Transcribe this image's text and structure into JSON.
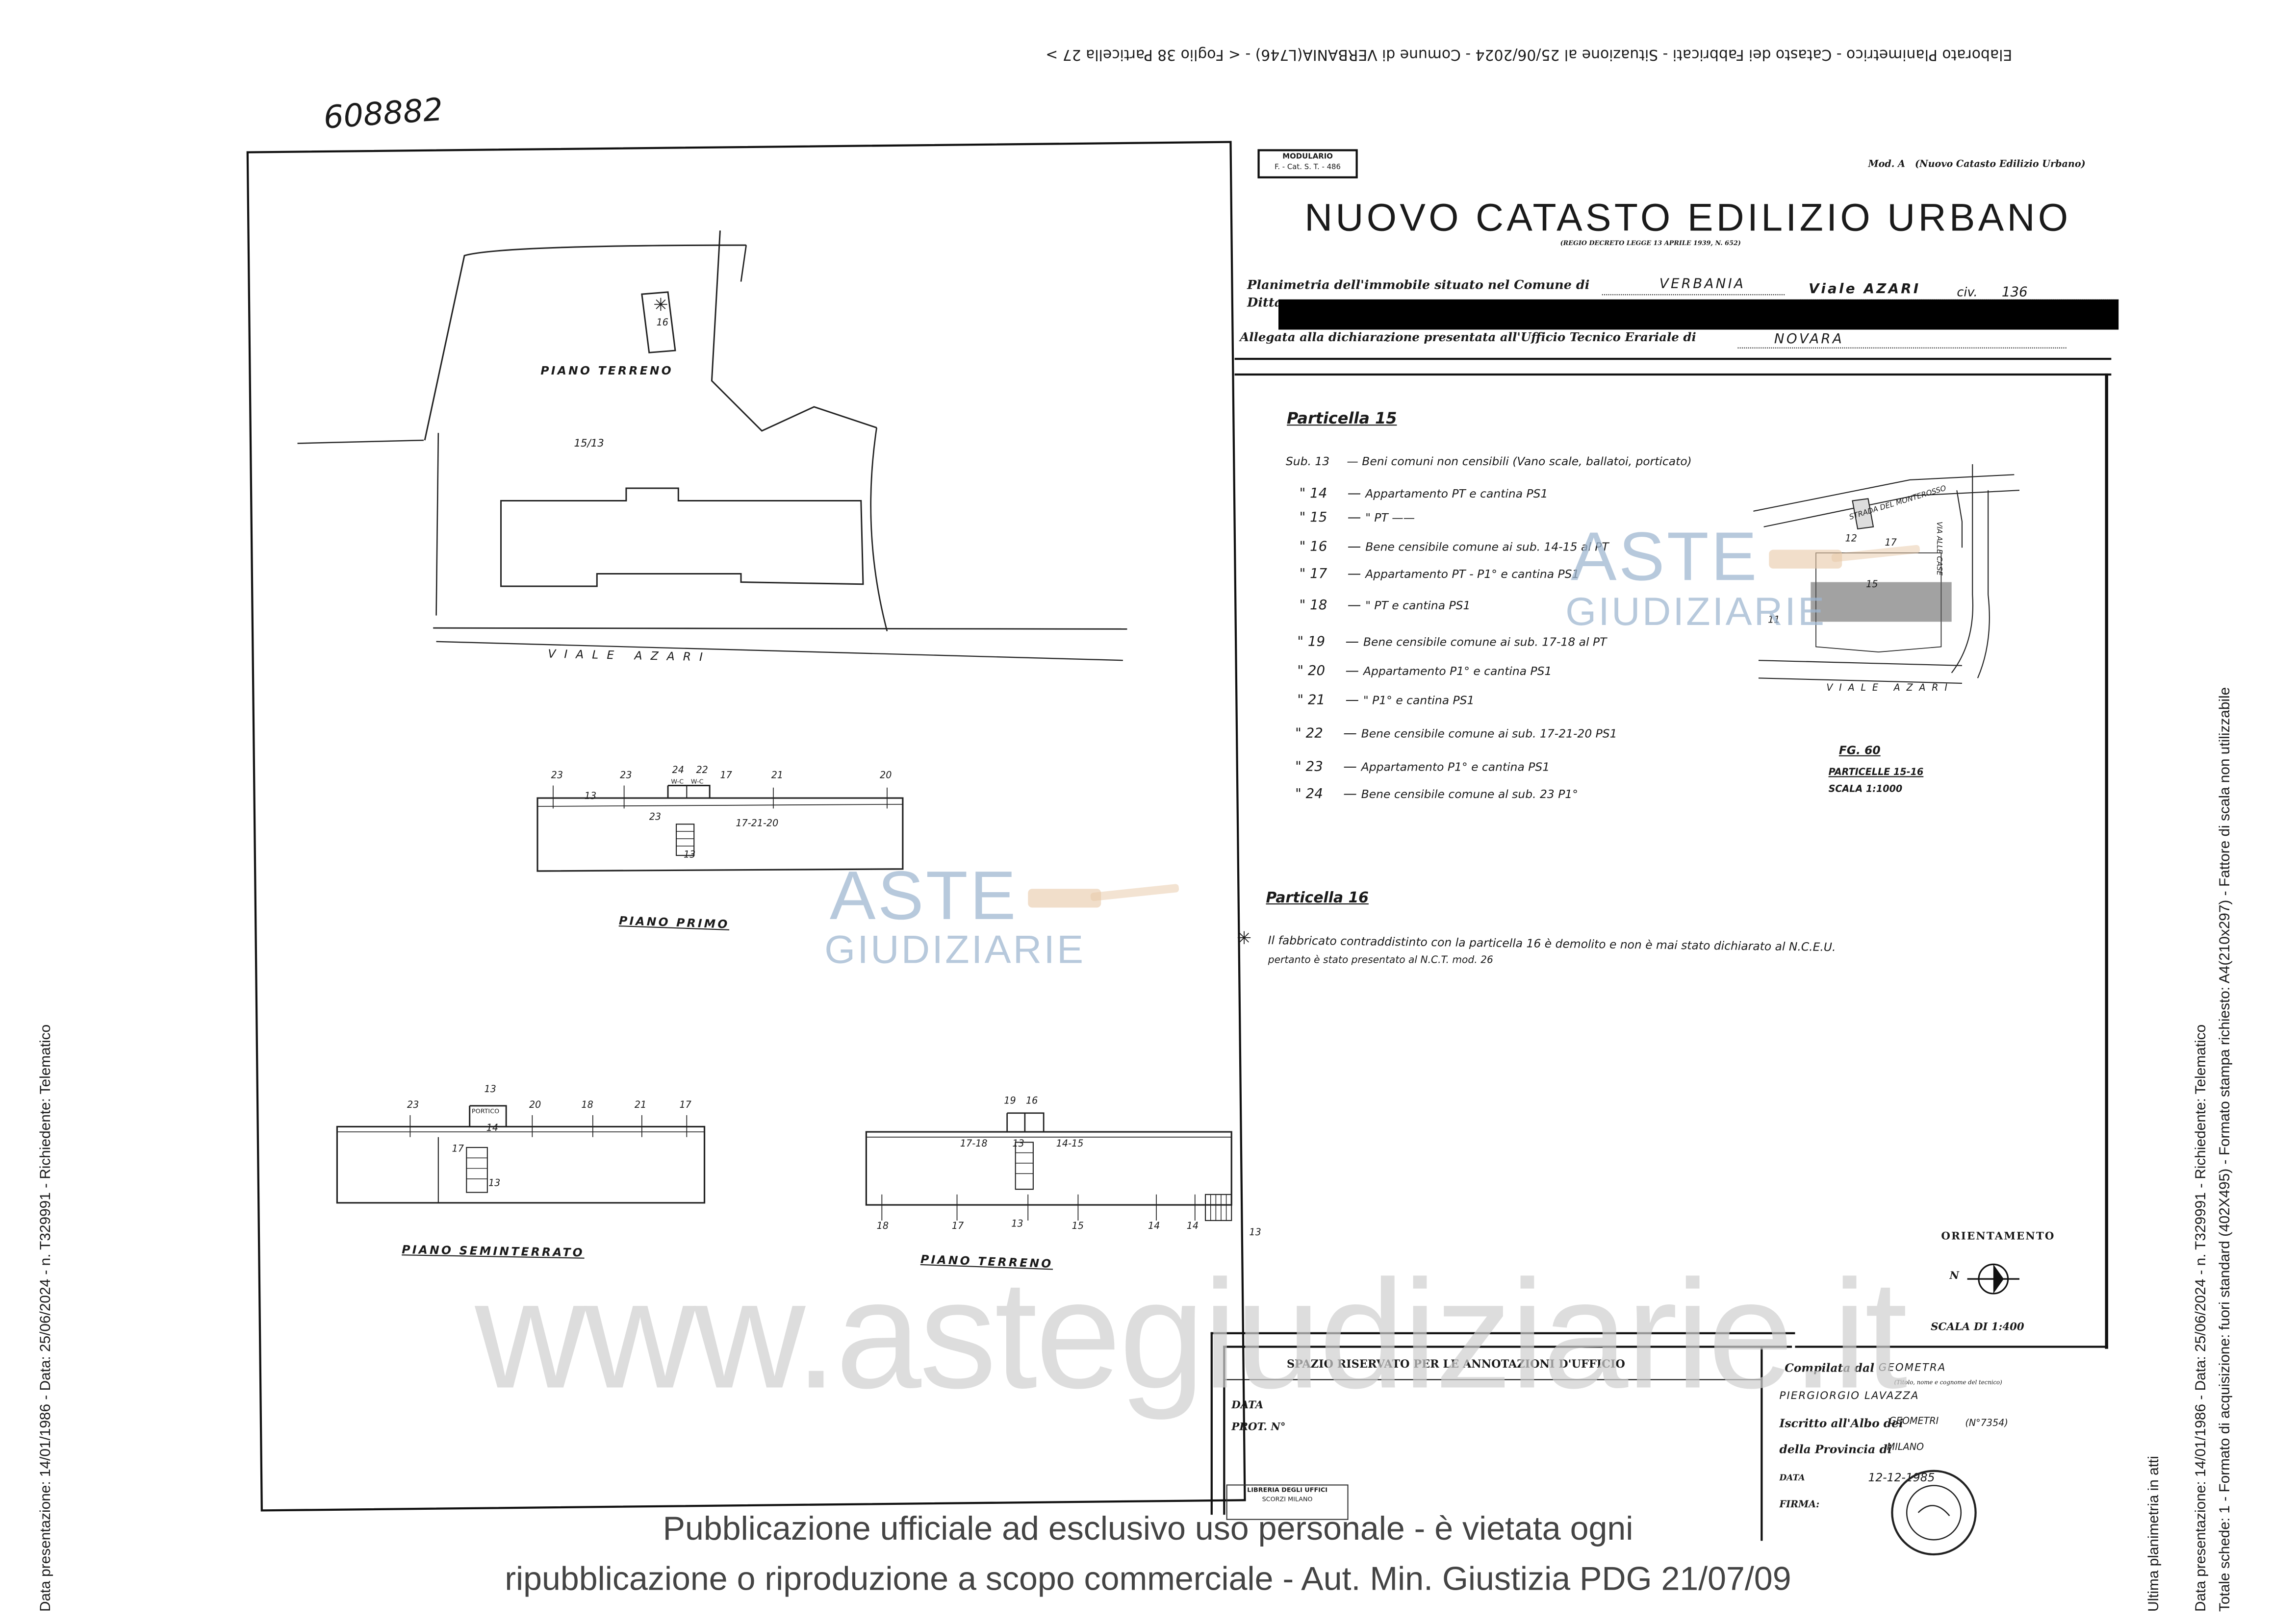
{
  "header": {
    "top_line": "Elaborato Planimetrico - Catasto dei Fabbricati - Situazione al 25/06/2024 - Comune di VERBANIA(L746) - < Foglio 38 Particella 27 >",
    "handwritten_number": "608882"
  },
  "form": {
    "modulario_label": "MODULARIO",
    "modulario_sub": "F. - Cat. S. T. - 486",
    "mod_label": "Mod. A",
    "mod_sub": "(Nuovo Catasto Edilizio Urbano)",
    "title": "NUOVO CATASTO EDILIZIO URBANO",
    "subtitle": "(REGIO DECRETO LEGGE 13 APRILE 1939, N. 652)",
    "line1_prefix": "Planimetria dell'immobile situato nel Comune di",
    "comune": "VERBANIA",
    "address": "Viale AZARI",
    "civico_label": "civ.",
    "civico": "136",
    "ditta_label": "Ditta",
    "line3_prefix": "Allegata alla dichiarazione presentata all'Ufficio Tecnico Erariale di",
    "ufficio": "NOVARA"
  },
  "particella15": {
    "heading": "Particella 15",
    "rows": [
      {
        "sub": "Sub. 13",
        "text": "Beni comuni non censibili (Vano scale, ballatoi, porticato)"
      },
      {
        "sub": "\" 14",
        "text": "Appartamento PT e cantina PS1"
      },
      {
        "sub": "\" 15",
        "text": "\"        PT     ——"
      },
      {
        "sub": "\" 16",
        "text": "Bene censibile comune ai sub. 14-15 al PT"
      },
      {
        "sub": "\" 17",
        "text": "Appartamento PT - P1° e cantina PS1"
      },
      {
        "sub": "\" 18",
        "text": "\"        PT e cantina PS1"
      },
      {
        "sub": "\" 19",
        "text": "Bene censibile comune ai sub. 17-18 al PT"
      },
      {
        "sub": "\" 20",
        "text": "Appartamento P1° e cantina PS1"
      },
      {
        "sub": "\" 21",
        "text": "\"        P1° e cantina PS1"
      },
      {
        "sub": "\" 22",
        "text": "Bene censibile comune ai sub. 17-21-20 PS1"
      },
      {
        "sub": "\" 23",
        "text": "Appartamento P1° e cantina PS1"
      },
      {
        "sub": "\" 24",
        "text": "Bene censibile comune al sub. 23 P1°"
      }
    ]
  },
  "particella16": {
    "heading": "Particella 16",
    "note1": "Il fabbricato contraddistinto con la particella 16 è demolito e non è mai stato dichiarato al N.C.E.U.",
    "note2": "pertanto è stato presentato al N.C.T. mod. 26"
  },
  "site_plan": {
    "piano_terreno": "PIANO TERRENO",
    "parcel": "15/13",
    "building16": "16",
    "street": "VIALE AZARI"
  },
  "location_map": {
    "strada_top": "STRADA DEL MONTEROSSO",
    "via_alle": "VIA ALLE CASE",
    "viale": "VIALE AZARI",
    "n12": "12",
    "n17": "17",
    "n15": "15",
    "n11": "11",
    "fg": "FG. 60",
    "particelle": "PARTICELLE 15-16",
    "scala": "SCALA 1:1000"
  },
  "floor_labels": {
    "primo": "PIANO PRIMO",
    "seminterrato": "PIANO SEMINTERRATO",
    "terreno": "PIANO TERRENO",
    "portico": "PORTICO",
    "wc": "W-C"
  },
  "primo_nums": [
    "23",
    "23",
    "24",
    "22",
    "17",
    "21",
    "20",
    "13",
    "23",
    "17-21-20",
    "13"
  ],
  "semi_nums": [
    "23",
    "13",
    "20",
    "18",
    "21",
    "17",
    "14",
    "17",
    "13"
  ],
  "terr_nums": [
    "19",
    "16",
    "17-18",
    "14-15",
    "13",
    "18",
    "17",
    "13",
    "15",
    "14",
    "14",
    "13"
  ],
  "orientation": {
    "title": "ORIENTAMENTO",
    "n": "N",
    "scale": "SCALA DI 1:400"
  },
  "office_box": {
    "heading": "SPAZIO RISERVATO PER LE ANNOTAZIONI D'UFFICIO",
    "data": "DATA",
    "prot": "PROT. N°",
    "stamp_line1": "LIBRERIA DEGLI UFFICI",
    "stamp_line2": "SCORZI MILANO"
  },
  "compilata": {
    "label": "Compilata dal",
    "value": "GEOMETRA",
    "sub": "(Titolo, nome e cognome del tecnico)",
    "name": "PIERGIORGIO LAVAZZA",
    "albo_label": "Iscritto all'Albo dei",
    "albo_value": "GEOMETRI",
    "albo_num": "(N°7354)",
    "prov_label": "della Provincia di",
    "prov_value": "MILANO",
    "data_label": "DATA",
    "data_value": "12-12-1985",
    "firma_label": "FIRMA:"
  },
  "side_left": "Data presentazione: 14/01/1986 - Data: 25/06/2024 - n. T329991 - Richiedente: Telematico",
  "side_right1": "Totale schede: 1 - Formato di acquisizione: fuori standard (402X495) - Formato stampa richiesto: A4(210x297) - Fattore di scala non utilizzabile",
  "side_right2": "Data presentazione: 14/01/1986 - Data: 25/06/2024 - n. T329991 - Richiedente: Telematico",
  "side_right3": "Ultima planimetria in atti",
  "watermarks": {
    "aste": "ASTE",
    "giudiziarie": "GIUDIZIARIE",
    "site": "www.astegiudiziarie.it"
  },
  "footer": {
    "line1": "Pubblicazione ufficiale ad esclusivo uso personale - è vietata ogni",
    "line2": "ripubblicazione o riproduzione a scopo commerciale - Aut. Min. Giustizia PDG 21/07/09"
  }
}
